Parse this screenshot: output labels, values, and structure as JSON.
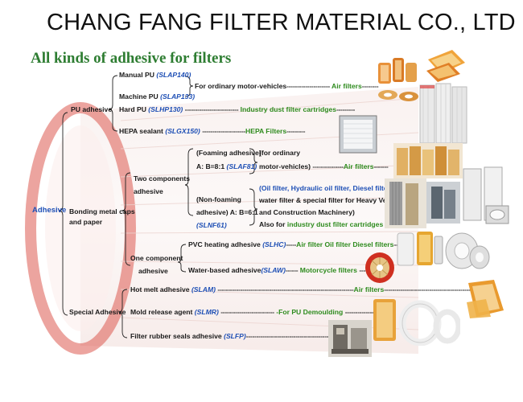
{
  "company": "CHANG FANG FILTER MATERIAL CO., LTD",
  "subtitle": "All kinds of adhesive for filters",
  "root": "Adhesive",
  "pu": {
    "label": "PU adhesive",
    "manual": {
      "name": "Manual PU",
      "code": "(SLAP140)"
    },
    "machine": {
      "name": "Machine PU",
      "code": "(SLAP133)"
    },
    "for_ordinary": "For ordinary motor-vehicles",
    "dash1": "---------------------",
    "air_filters": "Air filters",
    "dash1b": "--------",
    "hard": {
      "name": "Hard PU",
      "code": "(SLHP130)"
    },
    "dash2": "--------------------------",
    "industry": "Industry dust filter cartridges",
    "dash2b": "---------",
    "hepa": {
      "name": "HEPA sealant",
      "code": "(SLGX150)"
    },
    "dash3": "---------------------",
    "hepa_filters": "HEPA Filters",
    "dash3b": "---------"
  },
  "bonding": {
    "label_line1": "Bonding metal caps",
    "label_line2": "and paper",
    "two_components": {
      "line1": "Two components",
      "line2": "adhesive",
      "foaming_line1": "(Foaming adhesive)",
      "foaming_line2": "A: B=8:1",
      "foaming_code": "(SLAF81)",
      "ordinary_line1": "(for ordinary",
      "ordinary_line2": "motor-vehicles)",
      "dash_a": "---------------",
      "air_filters": "Air filters",
      "dash_b": "-------",
      "nonfoaming_line1": "(Non-foaming",
      "nonfoaming_line2": "adhesive) A: B=6:1",
      "nonfoaming_code": "(SLNF61)",
      "oil_line1": "(Oil filter, Hydraulic oil filter, Diesel filter,",
      "oil_line2": "water filter & special filter for Heavy Vehicle",
      "oil_line3": "and Construction Machinery)",
      "also_prefix": "Also for",
      "also_industry": "industry dust filter cartridges"
    },
    "one_component": {
      "line1": "One component",
      "line2": "adhesive",
      "pvc": {
        "name": "PVC heating adhesive",
        "code": "(SLHC)"
      },
      "pvc_dash": "-----",
      "pvc_target": "Air filter Oil filter Diesel filters",
      "pvc_dash2": "-------",
      "water": {
        "name": "Water-based adhesive",
        "code": "(SLAW)"
      },
      "water_dash": "------",
      "water_target": "Motorcycle filters",
      "water_dash2": "-------"
    }
  },
  "special": {
    "label": "Special Adhesive",
    "hotmelt": {
      "name": "Hot melt adhesive",
      "code": "(SLAM)"
    },
    "hotmelt_dash": "------------------------------------------------------------------",
    "hotmelt_target": "Air filters",
    "hotmelt_dash2": "-----------------------------------------------",
    "mold": {
      "name": "Mold release agent",
      "code": "(SLMR)"
    },
    "mold_dash": "--------------------------",
    "mold_target": "-For PU Demoulding",
    "mold_dash2": "---------------------",
    "seals": {
      "name": "Filter rubber seals adhesive",
      "code": "(SLFP)"
    },
    "seals_dash": "------------------------------------------------------------"
  },
  "colors": {
    "green": "#2e8b1e",
    "blue": "#1e4fb5",
    "title_green": "#2e7d32",
    "cylinder_red": "#d9554b"
  },
  "icons": [
    "air-filter-photo",
    "panel-filter-photo",
    "dust-cartridge-photo",
    "hepa-filter-photo",
    "oil-filter-photo",
    "motorcycle-filter-photo",
    "rubber-seal-photo",
    "machine-photo"
  ]
}
